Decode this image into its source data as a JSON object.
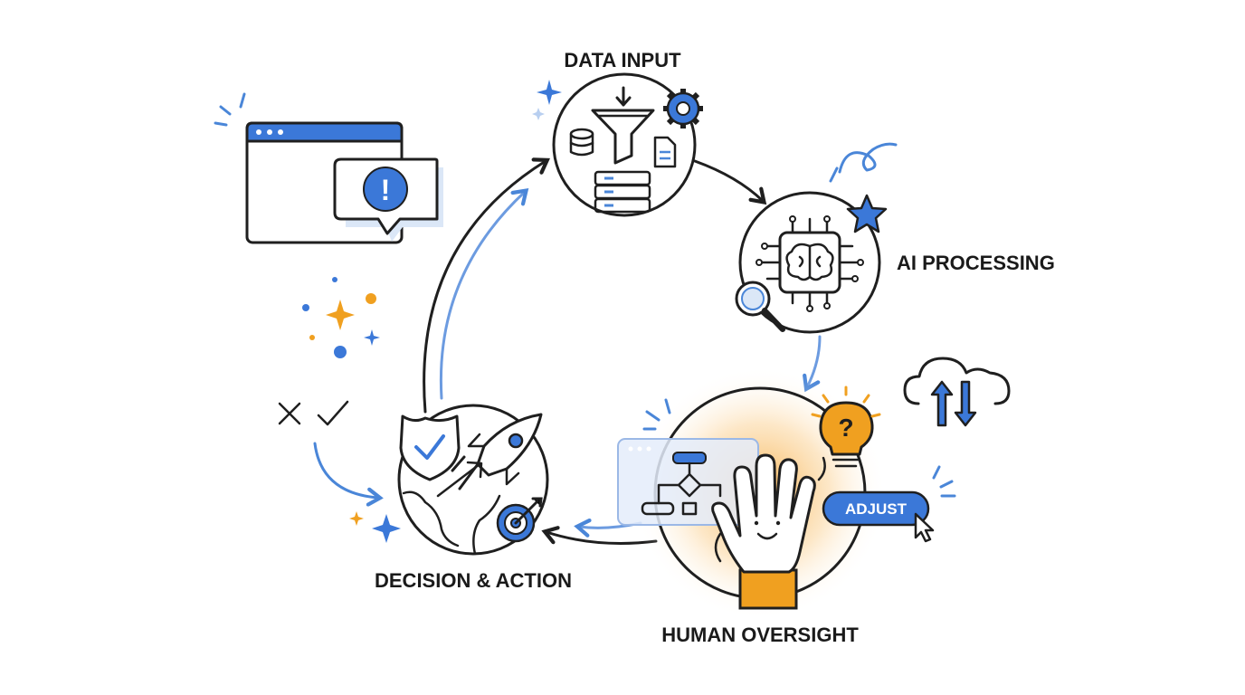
{
  "diagram": {
    "stages": {
      "data_input": "DATA INPUT",
      "ai_processing": "AI PROCESSING",
      "human_oversight": "HUMAN OVERSIGHT",
      "decision_action": "DECISION & ACTION"
    },
    "adjust_button": "ADJUST",
    "alert_symbol": "!",
    "question_symbol": "?"
  },
  "colors": {
    "accent_blue": "#3b78d8",
    "accent_orange": "#f0a020",
    "ink": "#1f1f1f"
  },
  "icons": [
    "funnel-icon",
    "database-icon",
    "document-icon",
    "server-icon",
    "gear-icon",
    "brain-chip-icon",
    "star-icon",
    "magnifier-icon",
    "hand-icon",
    "lightbulb-icon",
    "cloud-sync-icon",
    "flowchart-panel-icon",
    "cursor-icon",
    "shield-check-icon",
    "rocket-icon",
    "target-icon",
    "globe-icon",
    "browser-window-icon",
    "alert-bubble-icon",
    "cross-icon",
    "check-icon"
  ]
}
